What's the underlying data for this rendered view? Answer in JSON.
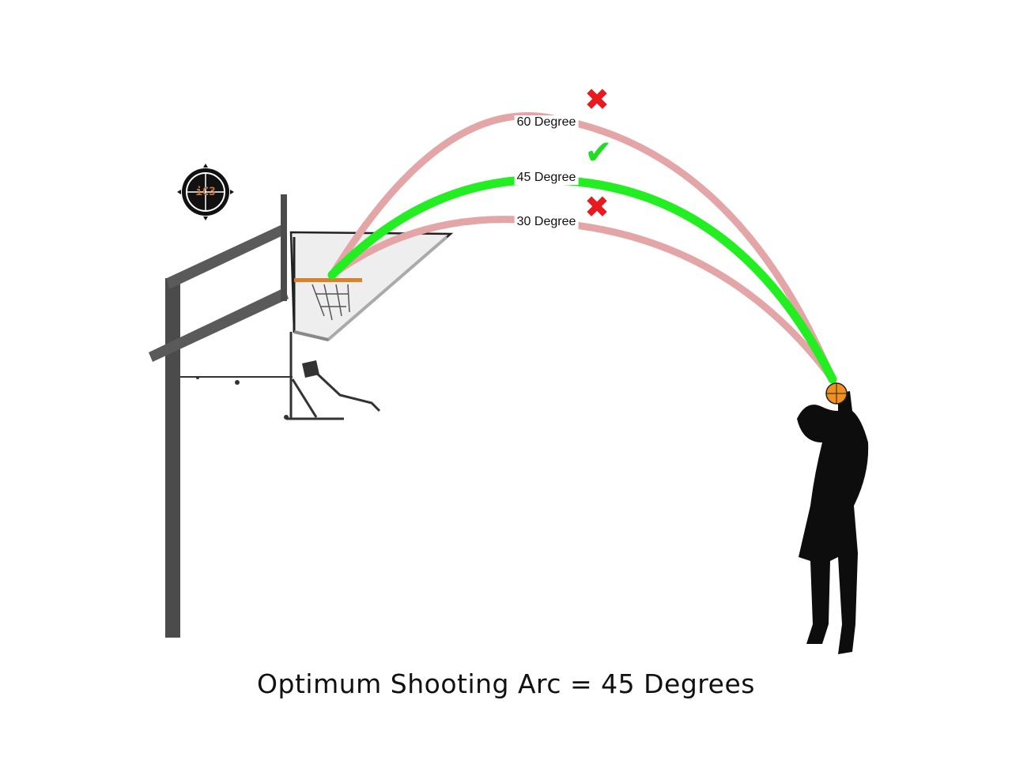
{
  "arcs": [
    {
      "label": "60 Degree",
      "verdict": "wrong",
      "mark": "✖",
      "color": "#e3a5a5"
    },
    {
      "label": "45 Degree",
      "verdict": "optimal",
      "mark": "✔",
      "color": "#22ee22"
    },
    {
      "label": "30 Degree",
      "verdict": "wrong",
      "mark": "✖",
      "color": "#e3a5a5"
    }
  ],
  "caption": "Optimum Shooting Arc = 45 Degrees",
  "logo": {
    "text": "iC3"
  },
  "colors": {
    "pole": "#4b4b4b",
    "rim": "#d9822b",
    "ball": "#f0901e",
    "silhouette": "#0d0d0d"
  }
}
